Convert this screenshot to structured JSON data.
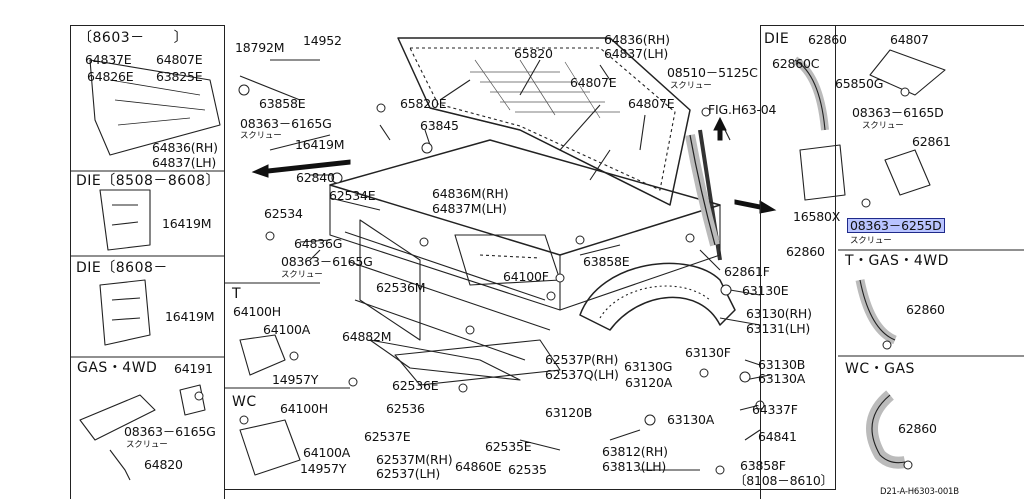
{
  "figure_code": "D21-A-H6303-001B",
  "highlight_color": "#b9c4ff",
  "panels": {
    "tl": {
      "heading": "〔8603－　　〕",
      "labels": [
        "64837E",
        "64807E",
        "64826E",
        "63825E",
        "64836(RH)",
        "64837(LH)"
      ]
    },
    "die1": {
      "heading": "DIE〔8508－8608〕",
      "labels": [
        "16419M"
      ]
    },
    "die2": {
      "heading": "DIE〔8608－",
      "labels": [
        "16419M"
      ]
    },
    "gas4wd_left": {
      "heading": "GAS・4WD",
      "labels": [
        "64191",
        "08363－6165G",
        "スクリュー",
        "64820"
      ]
    },
    "t": {
      "heading": "T",
      "labels": [
        "64100H",
        "64100A",
        "14957Y"
      ]
    },
    "wc": {
      "heading": "WC",
      "labels": [
        "64100H",
        "64100A",
        "14957Y"
      ]
    },
    "die_right": {
      "heading": "DIE",
      "labels": [
        "62860",
        "64807",
        "62860C",
        "65850G",
        "08363－6165D",
        "スクリュー",
        "62861",
        "16580X",
        "08363－6255D",
        "スクリュー"
      ]
    },
    "tgas4wd": {
      "heading": "T・GAS・4WD",
      "labels": [
        "62860"
      ]
    },
    "wcgas": {
      "heading": "WC・GAS",
      "labels": [
        "62860"
      ]
    }
  },
  "main_labels": [
    "18792M",
    "14952",
    "63858E",
    "65820",
    "64836(RH)",
    "64837(LH)",
    "08510－5125C",
    "スクリュー",
    "FIG.H63-04",
    "65820E",
    "64807E",
    "64807E",
    "08363－6165G",
    "スクリュー",
    "63845",
    "16419M",
    "62840",
    "62534E",
    "62534",
    "64836M(RH)",
    "64837M(LH)",
    "64836G",
    "08363－6165G",
    "スクリュー",
    "63858E",
    "64100F",
    "62860",
    "62861F",
    "63130E",
    "63130(RH)",
    "63131(LH)",
    "63130F",
    "62536M",
    "64882M",
    "62536E",
    "62536",
    "62537E",
    "62537M(RH)",
    "62537(LH)",
    "64860E",
    "62537P(RH)",
    "62537Q(LH)",
    "63130G",
    "63120A",
    "63130B",
    "63130A",
    "63120B",
    "63130A",
    "64337F",
    "64841",
    "62535E",
    "62535",
    "63812(RH)",
    "63813(LH)",
    "63858F",
    "〔8108－8610〕"
  ]
}
